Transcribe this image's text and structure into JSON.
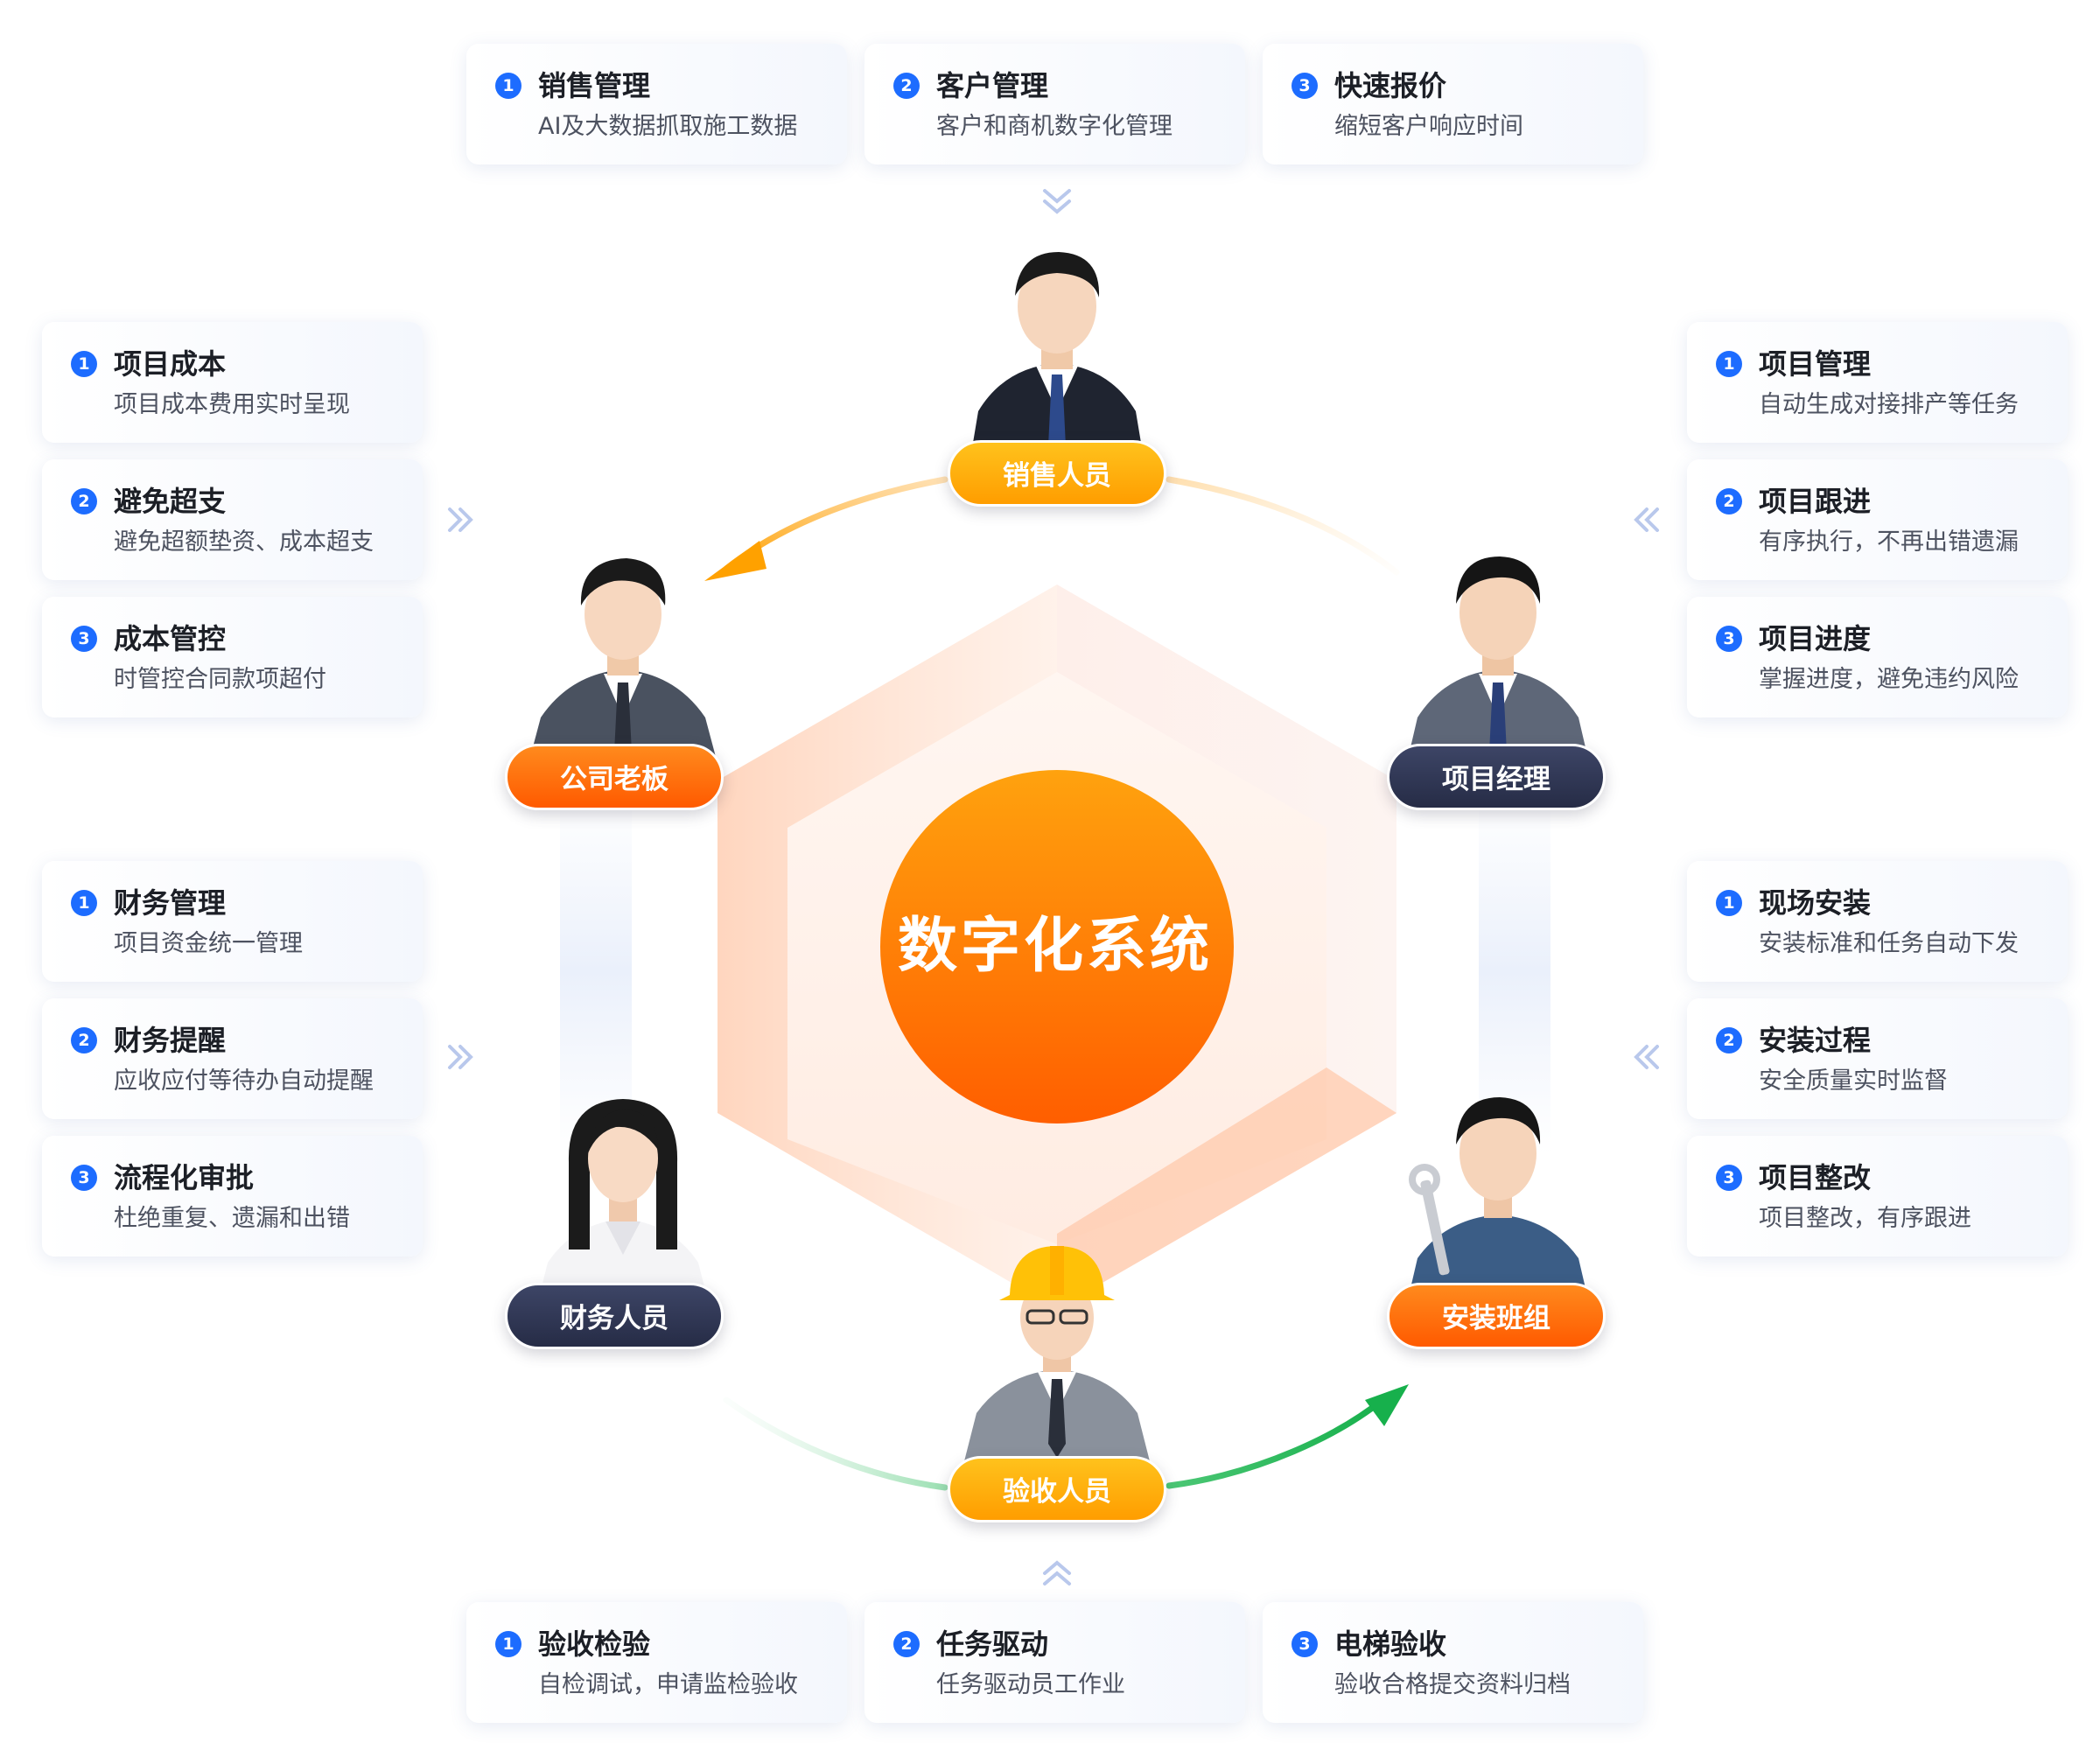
{
  "center": {
    "label": "数字化系统"
  },
  "roles": {
    "sales": "销售人员",
    "boss": "公司老板",
    "pm": "项目经理",
    "finance": "财务人员",
    "install": "安装班组",
    "accept": "验收人员"
  },
  "groups": {
    "sales": [
      {
        "num": "1",
        "title": "销售管理",
        "desc": "AI及大数据抓取施工数据"
      },
      {
        "num": "2",
        "title": "客户管理",
        "desc": "客户和商机数字化管理"
      },
      {
        "num": "3",
        "title": "快速报价",
        "desc": "缩短客户响应时间"
      }
    ],
    "boss": [
      {
        "num": "1",
        "title": "项目成本",
        "desc": "项目成本费用实时呈现"
      },
      {
        "num": "2",
        "title": "避免超支",
        "desc": "避免超额垫资、成本超支"
      },
      {
        "num": "3",
        "title": "成本管控",
        "desc": "时管控合同款项超付"
      }
    ],
    "pm": [
      {
        "num": "1",
        "title": "项目管理",
        "desc": "自动生成对接排产等任务"
      },
      {
        "num": "2",
        "title": "项目跟进",
        "desc": "有序执行，不再出错遗漏"
      },
      {
        "num": "3",
        "title": "项目进度",
        "desc": "掌握进度，避免违约风险"
      }
    ],
    "finance": [
      {
        "num": "1",
        "title": "财务管理",
        "desc": "项目资金统一管理"
      },
      {
        "num": "2",
        "title": "财务提醒",
        "desc": "应收应付等待办自动提醒"
      },
      {
        "num": "3",
        "title": "流程化审批",
        "desc": "杜绝重复、遗漏和出错"
      }
    ],
    "install": [
      {
        "num": "1",
        "title": "现场安装",
        "desc": "安装标准和任务自动下发"
      },
      {
        "num": "2",
        "title": "安装过程",
        "desc": "安全质量实时监督"
      },
      {
        "num": "3",
        "title": "项目整改",
        "desc": "项目整改，有序跟进"
      }
    ],
    "accept": [
      {
        "num": "1",
        "title": "验收检验",
        "desc": "自检调试，申请监检验收"
      },
      {
        "num": "2",
        "title": "任务驱动",
        "desc": "任务驱动员工作业"
      },
      {
        "num": "3",
        "title": "电梯验收",
        "desc": "验收合格提交资料归档"
      }
    ]
  },
  "colors": {
    "accent_blue": "#1d6cff",
    "orange": "#ff6a00",
    "amber": "#ffae0d",
    "navy": "#2e3553",
    "green": "#1db954"
  }
}
